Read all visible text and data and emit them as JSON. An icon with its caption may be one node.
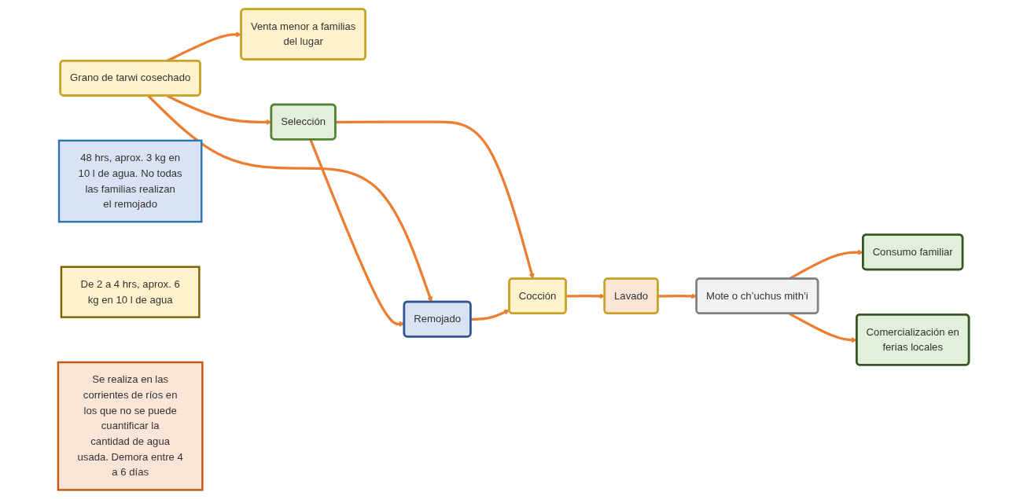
{
  "diagram": {
    "nodes": [
      {
        "text": [
          "Grano de tarwi cosechado"
        ]
      },
      {
        "text": [
          "Selección"
        ]
      },
      {
        "text": [
          "Remojado"
        ]
      },
      {
        "text": [
          "Cocción"
        ]
      },
      {
        "text": [
          "Lavado"
        ]
      },
      {
        "text": [
          "Mote o ch’uchus mith’i"
        ]
      },
      {
        "text": [
          "Consumo familiar"
        ]
      },
      {
        "text": [
          "Comercialización en ferias locales"
        ]
      },
      {
        "text": [
          "Venta menor a familias del lugar"
        ]
      },
      {
        "text": [
          "48 hrs, aprox. 3 kg en 10 l de agua. No todas las familias realizan el remojado"
        ]
      },
      {
        "text": [
          "De 2 a 4 hrs, aprox. 6 kg en 10 l de agua"
        ]
      },
      {
        "text": [
          "Se realiza en las corrientes de ríos en los que no se puede cuantificar la cantidad de agua usada. Demora entre 4 a 6 días"
        ]
      }
    ],
    "edges": [
      {
        "from": 0,
        "to": 1,
        "arrow": "to"
      },
      {
        "from": 0,
        "to": 2,
        "arrow": "to"
      },
      {
        "from": 0,
        "to": 8,
        "arrow": "to"
      },
      {
        "from": 1,
        "to": 2,
        "arrow": "to"
      },
      {
        "from": 1,
        "to": 3,
        "arrow": "to"
      },
      {
        "from": 2,
        "to": 3,
        "arrow": "to"
      },
      {
        "from": 3,
        "to": 4,
        "arrow": "to"
      },
      {
        "from": 4,
        "to": 5,
        "arrow": "to"
      },
      {
        "from": 5,
        "to": 6,
        "arrow": "to"
      },
      {
        "from": 5,
        "to": 7,
        "arrow": "to"
      }
    ]
  }
}
